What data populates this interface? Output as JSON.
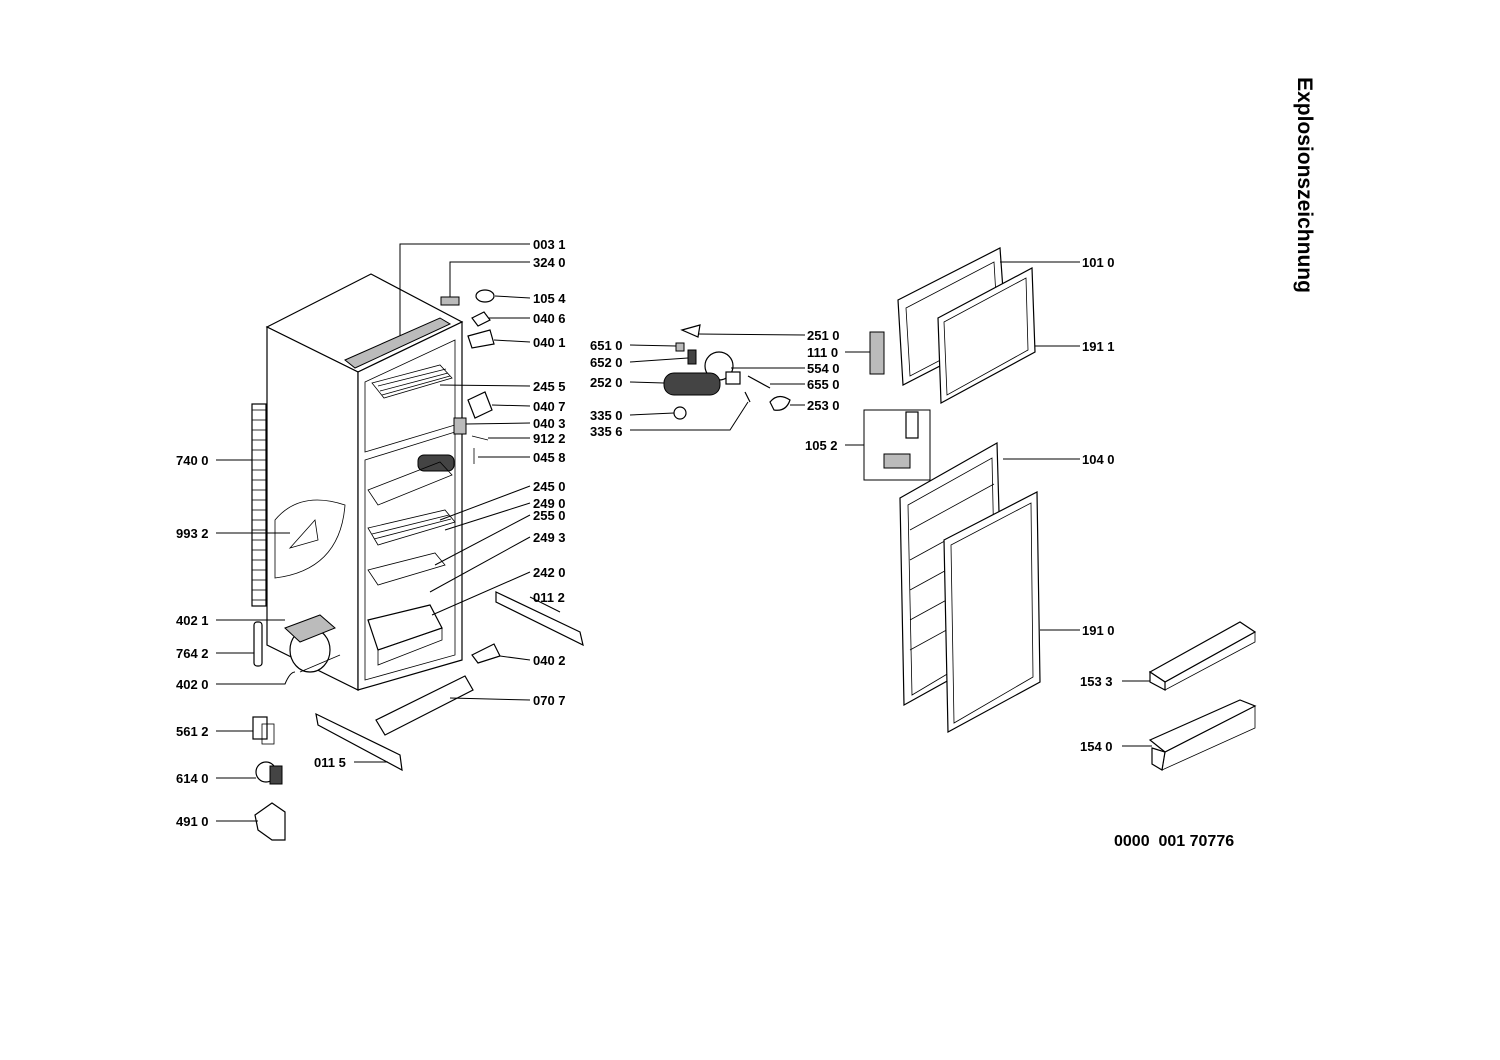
{
  "title": "Explosionszeichnung",
  "document_number": "0000  001 70776",
  "labels": {
    "p0031": "003 1",
    "p3240": "324 0",
    "p1054": "105 4",
    "p0406": "040 6",
    "p0401": "040 1",
    "p2455": "245 5",
    "p0407": "040 7",
    "p0403": "040 3",
    "p9122": "912 2",
    "p0458": "045 8",
    "p2450": "245 0",
    "p2490": "249 0",
    "p2550": "255 0",
    "p2493": "249 3",
    "p2420": "242 0",
    "p0112": "011 2",
    "p0402": "040 2",
    "p0707": "070 7",
    "p0115": "011 5",
    "p7400": "740 0",
    "p9932": "993 2",
    "p4021": "402 1",
    "p7642": "764 2",
    "p4020": "402 0",
    "p5612": "561 2",
    "p6140": "614 0",
    "p4910": "491 0",
    "p6510": "651 0",
    "p6520": "652 0",
    "p2520": "252 0",
    "p3350": "335 0",
    "p3356": "335 6",
    "p2510": "251 0",
    "p1110": "111 0",
    "p5540": "554 0",
    "p6550": "655 0",
    "p2530": "253 0",
    "p1052": "105 2",
    "p1010": "101 0",
    "p1911": "191 1",
    "p1040": "104 0",
    "p1910": "191 0",
    "p1533": "153 3",
    "p1540": "154 0"
  }
}
